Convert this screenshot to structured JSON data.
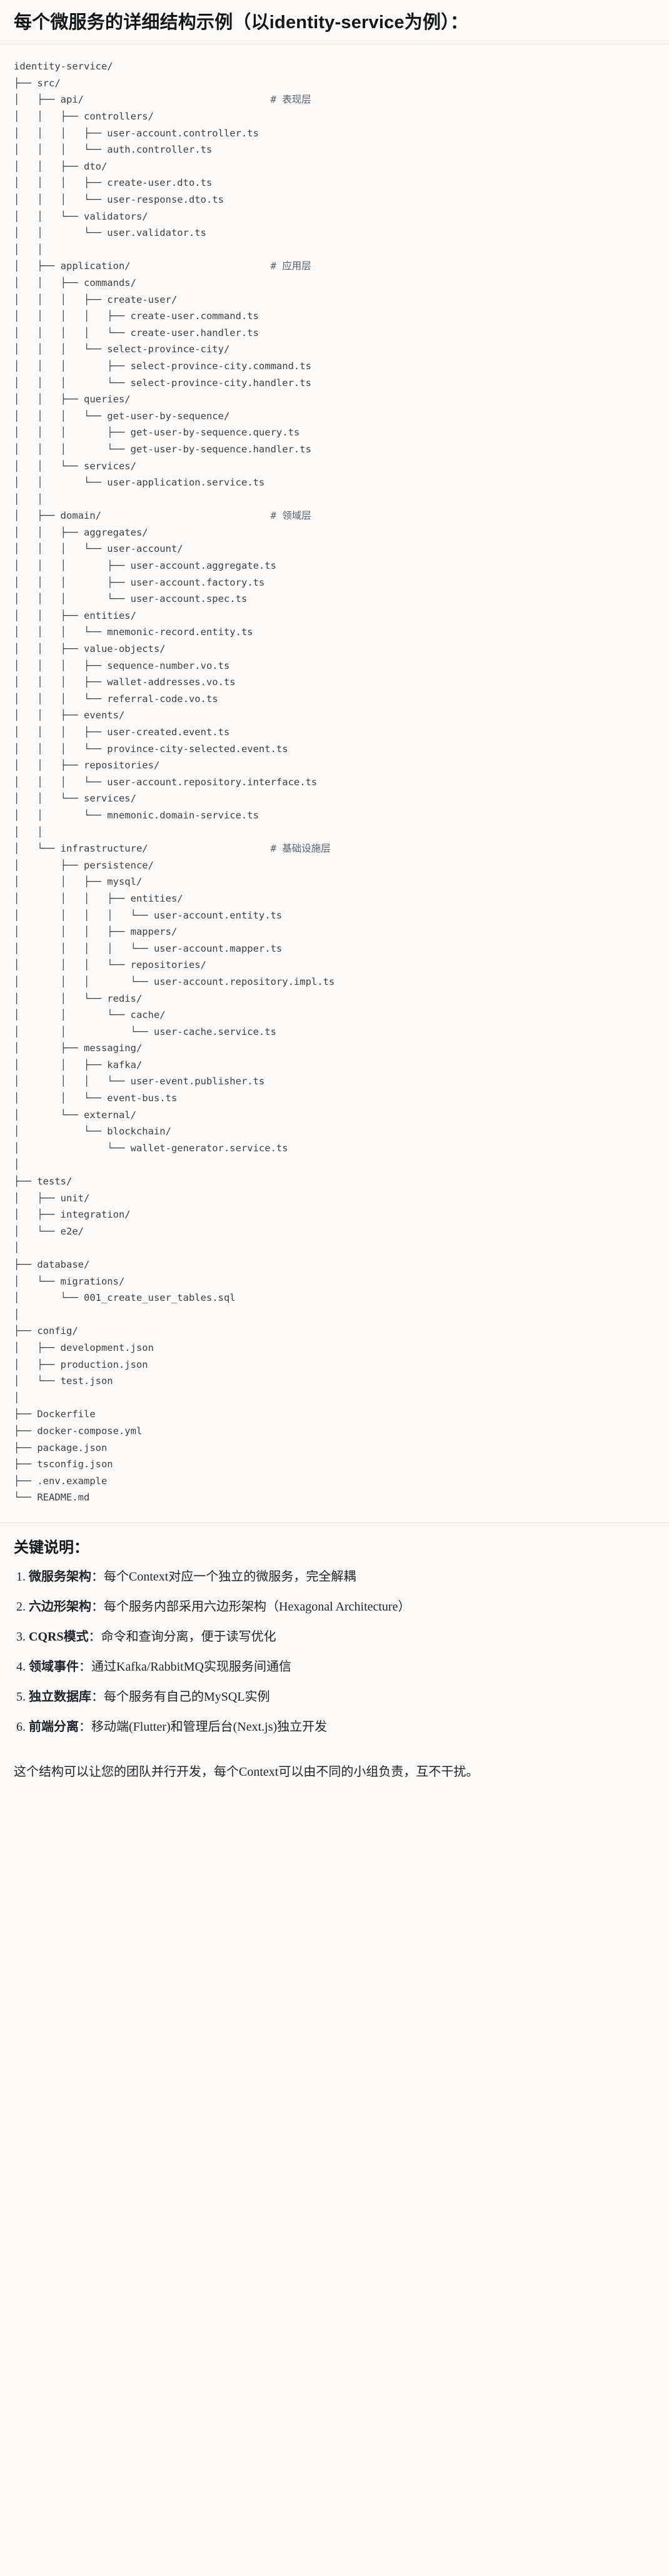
{
  "document": {
    "heading": "每个微服务的详细结构示例（以identity-service为例）：",
    "closing_note": "这个结构可以让您的团队并行开发，每个Context可以由不同的小组负责，互不干扰。"
  },
  "tree": {
    "root": "identity-service/",
    "comment_column": 44,
    "lines": [
      {
        "prefix": "",
        "text": "identity-service/",
        "comment": ""
      },
      {
        "prefix": "├── ",
        "text": "src/",
        "comment": ""
      },
      {
        "prefix": "│   ├── ",
        "text": "api/",
        "comment": "# 表现层"
      },
      {
        "prefix": "│   │   ├── ",
        "text": "controllers/",
        "comment": ""
      },
      {
        "prefix": "│   │   │   ├── ",
        "text": "user-account.controller.ts",
        "comment": ""
      },
      {
        "prefix": "│   │   │   └── ",
        "text": "auth.controller.ts",
        "comment": ""
      },
      {
        "prefix": "│   │   ├── ",
        "text": "dto/",
        "comment": ""
      },
      {
        "prefix": "│   │   │   ├── ",
        "text": "create-user.dto.ts",
        "comment": ""
      },
      {
        "prefix": "│   │   │   └── ",
        "text": "user-response.dto.ts",
        "comment": ""
      },
      {
        "prefix": "│   │   └── ",
        "text": "validators/",
        "comment": ""
      },
      {
        "prefix": "│   │       └── ",
        "text": "user.validator.ts",
        "comment": ""
      },
      {
        "prefix": "│   │",
        "text": "",
        "comment": ""
      },
      {
        "prefix": "│   ├── ",
        "text": "application/",
        "comment": "# 应用层"
      },
      {
        "prefix": "│   │   ├── ",
        "text": "commands/",
        "comment": ""
      },
      {
        "prefix": "│   │   │   ├── ",
        "text": "create-user/",
        "comment": ""
      },
      {
        "prefix": "│   │   │   │   ├── ",
        "text": "create-user.command.ts",
        "comment": ""
      },
      {
        "prefix": "│   │   │   │   └── ",
        "text": "create-user.handler.ts",
        "comment": ""
      },
      {
        "prefix": "│   │   │   └── ",
        "text": "select-province-city/",
        "comment": ""
      },
      {
        "prefix": "│   │   │       ├── ",
        "text": "select-province-city.command.ts",
        "comment": ""
      },
      {
        "prefix": "│   │   │       └── ",
        "text": "select-province-city.handler.ts",
        "comment": ""
      },
      {
        "prefix": "│   │   ├── ",
        "text": "queries/",
        "comment": ""
      },
      {
        "prefix": "│   │   │   └── ",
        "text": "get-user-by-sequence/",
        "comment": ""
      },
      {
        "prefix": "│   │   │       ├── ",
        "text": "get-user-by-sequence.query.ts",
        "comment": ""
      },
      {
        "prefix": "│   │   │       └── ",
        "text": "get-user-by-sequence.handler.ts",
        "comment": ""
      },
      {
        "prefix": "│   │   └── ",
        "text": "services/",
        "comment": ""
      },
      {
        "prefix": "│   │       └── ",
        "text": "user-application.service.ts",
        "comment": ""
      },
      {
        "prefix": "│   │",
        "text": "",
        "comment": ""
      },
      {
        "prefix": "│   ├── ",
        "text": "domain/",
        "comment": "# 领域层"
      },
      {
        "prefix": "│   │   ├── ",
        "text": "aggregates/",
        "comment": ""
      },
      {
        "prefix": "│   │   │   └── ",
        "text": "user-account/",
        "comment": ""
      },
      {
        "prefix": "│   │   │       ├── ",
        "text": "user-account.aggregate.ts",
        "comment": ""
      },
      {
        "prefix": "│   │   │       ├── ",
        "text": "user-account.factory.ts",
        "comment": ""
      },
      {
        "prefix": "│   │   │       └── ",
        "text": "user-account.spec.ts",
        "comment": ""
      },
      {
        "prefix": "│   │   ├── ",
        "text": "entities/",
        "comment": ""
      },
      {
        "prefix": "│   │   │   └── ",
        "text": "mnemonic-record.entity.ts",
        "comment": ""
      },
      {
        "prefix": "│   │   ├── ",
        "text": "value-objects/",
        "comment": ""
      },
      {
        "prefix": "│   │   │   ├── ",
        "text": "sequence-number.vo.ts",
        "comment": ""
      },
      {
        "prefix": "│   │   │   ├── ",
        "text": "wallet-addresses.vo.ts",
        "comment": ""
      },
      {
        "prefix": "│   │   │   └── ",
        "text": "referral-code.vo.ts",
        "comment": ""
      },
      {
        "prefix": "│   │   ├── ",
        "text": "events/",
        "comment": ""
      },
      {
        "prefix": "│   │   │   ├── ",
        "text": "user-created.event.ts",
        "comment": ""
      },
      {
        "prefix": "│   │   │   └── ",
        "text": "province-city-selected.event.ts",
        "comment": ""
      },
      {
        "prefix": "│   │   ├── ",
        "text": "repositories/",
        "comment": ""
      },
      {
        "prefix": "│   │   │   └── ",
        "text": "user-account.repository.interface.ts",
        "comment": ""
      },
      {
        "prefix": "│   │   └── ",
        "text": "services/",
        "comment": ""
      },
      {
        "prefix": "│   │       └── ",
        "text": "mnemonic.domain-service.ts",
        "comment": ""
      },
      {
        "prefix": "│   │",
        "text": "",
        "comment": ""
      },
      {
        "prefix": "│   └── ",
        "text": "infrastructure/",
        "comment": "# 基础设施层"
      },
      {
        "prefix": "│       ├── ",
        "text": "persistence/",
        "comment": ""
      },
      {
        "prefix": "│       │   ├── ",
        "text": "mysql/",
        "comment": ""
      },
      {
        "prefix": "│       │   │   ├── ",
        "text": "entities/",
        "comment": ""
      },
      {
        "prefix": "│       │   │   │   └── ",
        "text": "user-account.entity.ts",
        "comment": ""
      },
      {
        "prefix": "│       │   │   ├── ",
        "text": "mappers/",
        "comment": ""
      },
      {
        "prefix": "│       │   │   │   └── ",
        "text": "user-account.mapper.ts",
        "comment": ""
      },
      {
        "prefix": "│       │   │   └── ",
        "text": "repositories/",
        "comment": ""
      },
      {
        "prefix": "│       │   │       └── ",
        "text": "user-account.repository.impl.ts",
        "comment": ""
      },
      {
        "prefix": "│       │   └── ",
        "text": "redis/",
        "comment": ""
      },
      {
        "prefix": "│       │       └── ",
        "text": "cache/",
        "comment": ""
      },
      {
        "prefix": "│       │           └── ",
        "text": "user-cache.service.ts",
        "comment": ""
      },
      {
        "prefix": "│       ├── ",
        "text": "messaging/",
        "comment": ""
      },
      {
        "prefix": "│       │   ├── ",
        "text": "kafka/",
        "comment": ""
      },
      {
        "prefix": "│       │   │   └── ",
        "text": "user-event.publisher.ts",
        "comment": ""
      },
      {
        "prefix": "│       │   └── ",
        "text": "event-bus.ts",
        "comment": ""
      },
      {
        "prefix": "│       └── ",
        "text": "external/",
        "comment": ""
      },
      {
        "prefix": "│           └── ",
        "text": "blockchain/",
        "comment": ""
      },
      {
        "prefix": "│               └── ",
        "text": "wallet-generator.service.ts",
        "comment": ""
      },
      {
        "prefix": "│",
        "text": "",
        "comment": ""
      },
      {
        "prefix": "├── ",
        "text": "tests/",
        "comment": ""
      },
      {
        "prefix": "│   ├── ",
        "text": "unit/",
        "comment": ""
      },
      {
        "prefix": "│   ├── ",
        "text": "integration/",
        "comment": ""
      },
      {
        "prefix": "│   └── ",
        "text": "e2e/",
        "comment": ""
      },
      {
        "prefix": "│",
        "text": "",
        "comment": ""
      },
      {
        "prefix": "├── ",
        "text": "database/",
        "comment": ""
      },
      {
        "prefix": "│   └── ",
        "text": "migrations/",
        "comment": ""
      },
      {
        "prefix": "│       └── ",
        "text": "001_create_user_tables.sql",
        "comment": ""
      },
      {
        "prefix": "│",
        "text": "",
        "comment": ""
      },
      {
        "prefix": "├── ",
        "text": "config/",
        "comment": ""
      },
      {
        "prefix": "│   ├── ",
        "text": "development.json",
        "comment": ""
      },
      {
        "prefix": "│   ├── ",
        "text": "production.json",
        "comment": ""
      },
      {
        "prefix": "│   └── ",
        "text": "test.json",
        "comment": ""
      },
      {
        "prefix": "│",
        "text": "",
        "comment": ""
      },
      {
        "prefix": "├── ",
        "text": "Dockerfile",
        "comment": ""
      },
      {
        "prefix": "├── ",
        "text": "docker-compose.yml",
        "comment": ""
      },
      {
        "prefix": "├── ",
        "text": "package.json",
        "comment": ""
      },
      {
        "prefix": "├── ",
        "text": "tsconfig.json",
        "comment": ""
      },
      {
        "prefix": "├── ",
        "text": ".env.example",
        "comment": ""
      },
      {
        "prefix": "└── ",
        "text": "README.md",
        "comment": ""
      }
    ]
  },
  "notes": {
    "title": "关键说明：",
    "items": [
      {
        "num": "1.",
        "label": "微服务架构",
        "sep": "：",
        "text": "每个Context对应一个独立的微服务，完全解耦"
      },
      {
        "num": "2.",
        "label": "六边形架构",
        "sep": "：",
        "text": "每个服务内部采用六边形架构（Hexagonal Architecture）"
      },
      {
        "num": "3.",
        "label": "CQRS模式",
        "sep": "：",
        "text": "命令和查询分离，便于读写优化"
      },
      {
        "num": "4.",
        "label": "领域事件",
        "sep": "：",
        "text": "通过Kafka/RabbitMQ实现服务间通信"
      },
      {
        "num": "5.",
        "label": "独立数据库",
        "sep": "：",
        "text": "每个服务有自己的MySQL实例"
      },
      {
        "num": "6.",
        "label": "前端分离",
        "sep": "：",
        "text": "移动端(Flutter)和管理后台(Next.js)独立开发"
      }
    ]
  },
  "colors": {
    "page_background": "#faf9f7",
    "code_background": "#fbfaf8",
    "text": "#1f2328",
    "code_text": "#3b3f44",
    "comment_text": "#57606a",
    "rule": "#e6e3df"
  }
}
